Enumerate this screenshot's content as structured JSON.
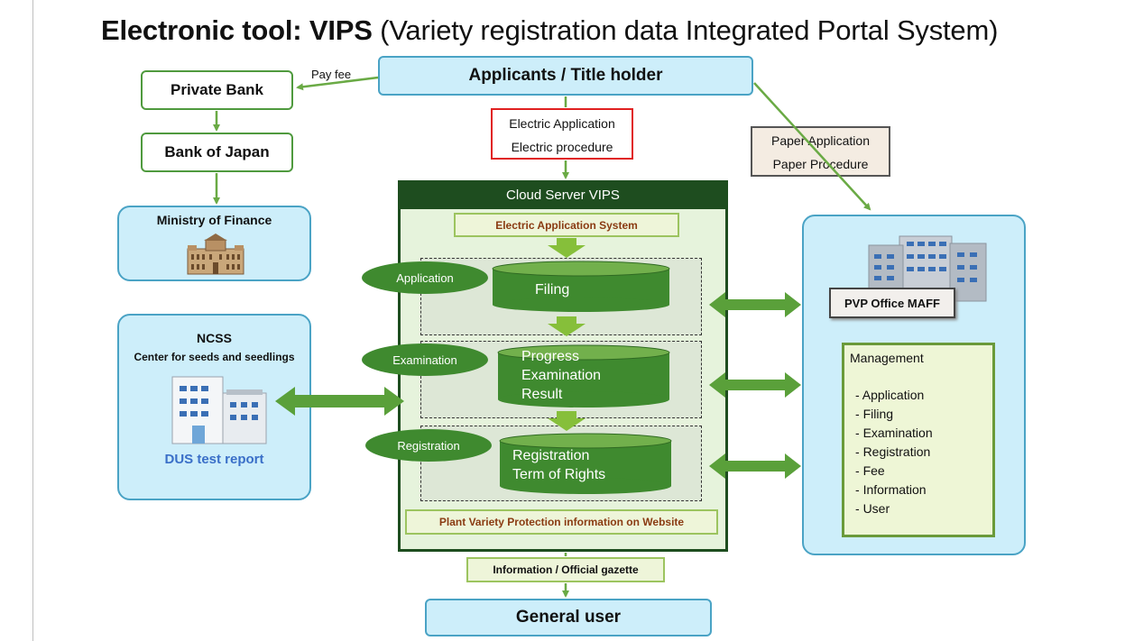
{
  "title": {
    "bold": "Electronic tool: VIPS",
    "rest": " (Variety registration data Integrated Portal System)"
  },
  "nodes": {
    "applicants": "Applicants / Title holder",
    "private_bank": "Private Bank",
    "bank_of_japan": "Bank of Japan",
    "ministry_of_finance": "Ministry of Finance",
    "ncss_title": "NCSS",
    "ncss_subtitle": "Center for seeds and seedlings",
    "dus_report": "DUS test report",
    "pvp_office": "PVP Office MAFF",
    "general_user": "General user"
  },
  "edge_labels": {
    "pay_fee": "Pay fee",
    "electric_line1": "Electric Application",
    "electric_line2": "Electric procedure",
    "paper_line1": "Paper Application",
    "paper_line2": "Paper Procedure",
    "info_gazette": "Information / Official gazette"
  },
  "cloud": {
    "header": "Cloud Server VIPS",
    "electric_system": "Electric Application System",
    "website": "Plant Variety Protection information on Website",
    "stages": [
      {
        "ellipse": "Application",
        "db_lines": [
          "Filing"
        ]
      },
      {
        "ellipse": "Examination",
        "db_lines": [
          "Progress",
          "Examination",
          "Result"
        ]
      },
      {
        "ellipse": "Registration",
        "db_lines": [
          "Registration",
          "Term of Rights"
        ]
      }
    ]
  },
  "management": {
    "title": "Management",
    "items": [
      "Application",
      "Filing",
      "Examination",
      "Registration",
      "Fee",
      "Information",
      "User"
    ]
  },
  "colors": {
    "arrow_green": "#6aaa45",
    "cylinder_green": "#3f8a2f",
    "cloud_dark": "#1e4d1f",
    "cyan_fill": "#cdeefa",
    "cyan_border": "#4aa3c5",
    "red_border": "#e02020"
  }
}
